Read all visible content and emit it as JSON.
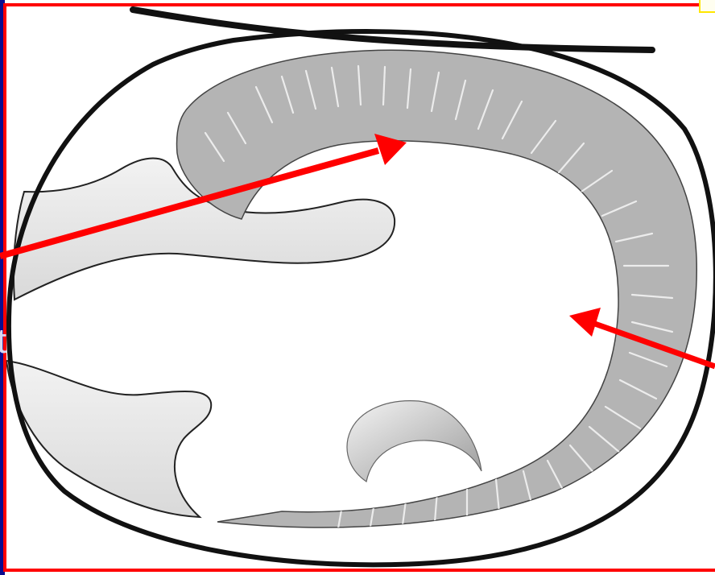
{
  "fragments": {
    "left_glyph": "t",
    "right_glyph": ""
  },
  "colors": {
    "frame": "#ff0000",
    "strip": "#0b0d8f",
    "outline": "#111111",
    "band_fill": "#b4b4b4",
    "bone_fill": "#e8e8e8",
    "arrow": "#ff0000",
    "corner_box": "#ffe600"
  },
  "shapes": [
    "outer-ellipse-outline",
    "top-tangent-line",
    "gray-curved-band-with-striations",
    "left-upper-bone-lobe",
    "left-lower-bone-lobe",
    "crescent-shape",
    "left-arrow",
    "right-arrow"
  ]
}
